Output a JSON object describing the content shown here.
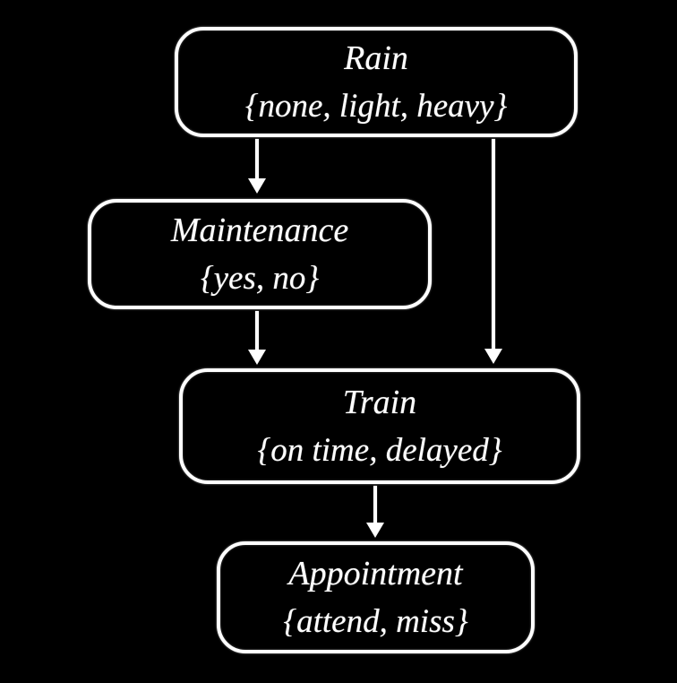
{
  "diagram": {
    "title": "bayesian-network",
    "background_color": "#000000",
    "node_border_color": "#ffffff",
    "text_color": "#ffffff",
    "arrow_color": "#ffffff",
    "nodes": [
      {
        "id": "rain",
        "label": "Rain",
        "states": "{none, light, heavy}"
      },
      {
        "id": "maintenance",
        "label": "Maintenance",
        "states": "{yes, no}"
      },
      {
        "id": "train",
        "label": "Train",
        "states": "{on time, delayed}"
      },
      {
        "id": "appointment",
        "label": "Appointment",
        "states": "{attend, miss}"
      }
    ],
    "edges": [
      {
        "from": "rain",
        "to": "maintenance"
      },
      {
        "from": "rain",
        "to": "train"
      },
      {
        "from": "maintenance",
        "to": "train"
      },
      {
        "from": "train",
        "to": "appointment"
      }
    ]
  }
}
